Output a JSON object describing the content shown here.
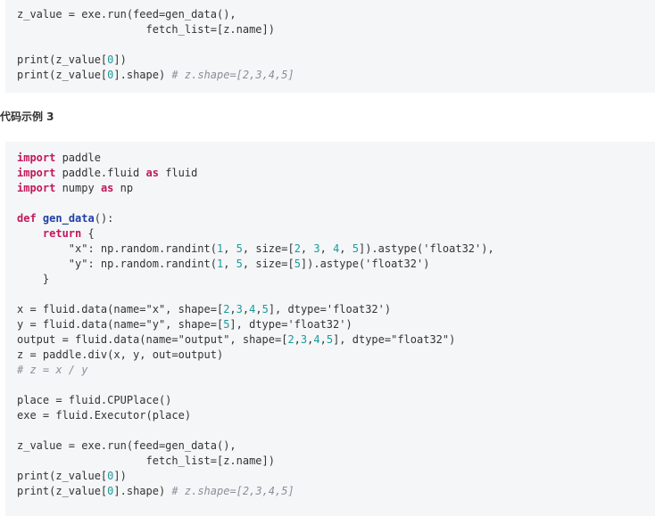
{
  "top_block": {
    "lines": [
      [
        {
          "t": "z_value = exe.run(feed=gen_data(),",
          "c": "plain"
        }
      ],
      [
        {
          "t": "                    fetch_list=[z.name])",
          "c": "plain"
        }
      ],
      [],
      [
        {
          "t": "print(z_value[",
          "c": "plain"
        },
        {
          "t": "0",
          "c": "num"
        },
        {
          "t": "])",
          "c": "plain"
        }
      ],
      [
        {
          "t": "print(z_value[",
          "c": "plain"
        },
        {
          "t": "0",
          "c": "num"
        },
        {
          "t": "].shape) ",
          "c": "plain"
        },
        {
          "t": "# z.shape=[2,3,4,5]",
          "c": "cm"
        }
      ]
    ]
  },
  "heading": "代码示例 3",
  "bottom_block": {
    "lines": [
      [
        {
          "t": "import",
          "c": "kw"
        },
        {
          "t": " paddle",
          "c": "plain"
        }
      ],
      [
        {
          "t": "import",
          "c": "kw"
        },
        {
          "t": " paddle.fluid ",
          "c": "plain"
        },
        {
          "t": "as",
          "c": "kw"
        },
        {
          "t": " fluid",
          "c": "plain"
        }
      ],
      [
        {
          "t": "import",
          "c": "kw"
        },
        {
          "t": " numpy ",
          "c": "plain"
        },
        {
          "t": "as",
          "c": "kw"
        },
        {
          "t": " np",
          "c": "plain"
        }
      ],
      [],
      [
        {
          "t": "def",
          "c": "kw"
        },
        {
          "t": " ",
          "c": "plain"
        },
        {
          "t": "gen_data",
          "c": "fn"
        },
        {
          "t": "():",
          "c": "plain"
        }
      ],
      [
        {
          "t": "    ",
          "c": "plain"
        },
        {
          "t": "return",
          "c": "kw"
        },
        {
          "t": " {",
          "c": "plain"
        }
      ],
      [
        {
          "t": "        \"x\": np.random.randint(",
          "c": "plain"
        },
        {
          "t": "1",
          "c": "num"
        },
        {
          "t": ", ",
          "c": "plain"
        },
        {
          "t": "5",
          "c": "num"
        },
        {
          "t": ", size=[",
          "c": "plain"
        },
        {
          "t": "2",
          "c": "num"
        },
        {
          "t": ", ",
          "c": "plain"
        },
        {
          "t": "3",
          "c": "num"
        },
        {
          "t": ", ",
          "c": "plain"
        },
        {
          "t": "4",
          "c": "num"
        },
        {
          "t": ", ",
          "c": "plain"
        },
        {
          "t": "5",
          "c": "num"
        },
        {
          "t": "]).astype('float32'),",
          "c": "plain"
        }
      ],
      [
        {
          "t": "        \"y\": np.random.randint(",
          "c": "plain"
        },
        {
          "t": "1",
          "c": "num"
        },
        {
          "t": ", ",
          "c": "plain"
        },
        {
          "t": "5",
          "c": "num"
        },
        {
          "t": ", size=[",
          "c": "plain"
        },
        {
          "t": "5",
          "c": "num"
        },
        {
          "t": "]).astype('float32')",
          "c": "plain"
        }
      ],
      [
        {
          "t": "    }",
          "c": "plain"
        }
      ],
      [],
      [
        {
          "t": "x = fluid.data(name=\"x\", shape=[",
          "c": "plain"
        },
        {
          "t": "2",
          "c": "num"
        },
        {
          "t": ",",
          "c": "plain"
        },
        {
          "t": "3",
          "c": "num"
        },
        {
          "t": ",",
          "c": "plain"
        },
        {
          "t": "4",
          "c": "num"
        },
        {
          "t": ",",
          "c": "plain"
        },
        {
          "t": "5",
          "c": "num"
        },
        {
          "t": "], dtype='float32')",
          "c": "plain"
        }
      ],
      [
        {
          "t": "y = fluid.data(name=\"y\", shape=[",
          "c": "plain"
        },
        {
          "t": "5",
          "c": "num"
        },
        {
          "t": "], dtype='float32')",
          "c": "plain"
        }
      ],
      [
        {
          "t": "output = fluid.data(name=\"output\", shape=[",
          "c": "plain"
        },
        {
          "t": "2",
          "c": "num"
        },
        {
          "t": ",",
          "c": "plain"
        },
        {
          "t": "3",
          "c": "num"
        },
        {
          "t": ",",
          "c": "plain"
        },
        {
          "t": "4",
          "c": "num"
        },
        {
          "t": ",",
          "c": "plain"
        },
        {
          "t": "5",
          "c": "num"
        },
        {
          "t": "], dtype=\"float32\")",
          "c": "plain"
        }
      ],
      [
        {
          "t": "z = paddle.div(x, y, out=output)",
          "c": "plain"
        }
      ],
      [
        {
          "t": "# z = x / y",
          "c": "cm"
        }
      ],
      [],
      [
        {
          "t": "place = fluid.CPUPlace()",
          "c": "plain"
        }
      ],
      [
        {
          "t": "exe = fluid.Executor(place)",
          "c": "plain"
        }
      ],
      [],
      [
        {
          "t": "z_value = exe.run(feed=gen_data(),",
          "c": "plain"
        }
      ],
      [
        {
          "t": "                    fetch_list=[z.name])",
          "c": "plain"
        }
      ],
      [
        {
          "t": "print(z_value[",
          "c": "plain"
        },
        {
          "t": "0",
          "c": "num"
        },
        {
          "t": "])",
          "c": "plain"
        }
      ],
      [
        {
          "t": "print(z_value[",
          "c": "plain"
        },
        {
          "t": "0",
          "c": "num"
        },
        {
          "t": "].shape) ",
          "c": "plain"
        },
        {
          "t": "# z.shape=[2,3,4,5]",
          "c": "cm"
        }
      ]
    ]
  },
  "colors": {
    "keyword": "#c2185b",
    "function": "#1f3fa8",
    "number": "#1a9a9a",
    "comment": "#8a8f98",
    "code_background": "#f5f6f7"
  }
}
